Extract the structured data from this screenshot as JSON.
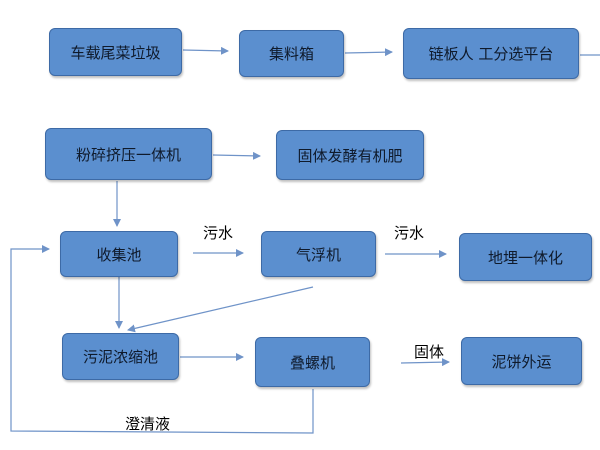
{
  "nodes": {
    "truck_waste": "车载尾菜垃圾",
    "collection_box": "集料箱",
    "sorting_platform": "链板人 工分选平台",
    "crush_press": "粉碎挤压一体机",
    "organic_fertilizer": "固体发酵有机肥",
    "collection_tank": "收集池",
    "air_flotation": "气浮机",
    "buried_unit": "地埋一体化",
    "sludge_thickener": "污泥浓缩池",
    "screw_press": "叠螺机",
    "mud_cake": "泥饼外运"
  },
  "labels": {
    "wastewater_1": "污水",
    "wastewater_2": "污水",
    "solids": "固体",
    "clarified_liquid": "澄清液"
  },
  "colors": {
    "node_fill": "#5b8fcf",
    "node_border": "#3d6aa6",
    "arrow": "#6f93c8"
  }
}
